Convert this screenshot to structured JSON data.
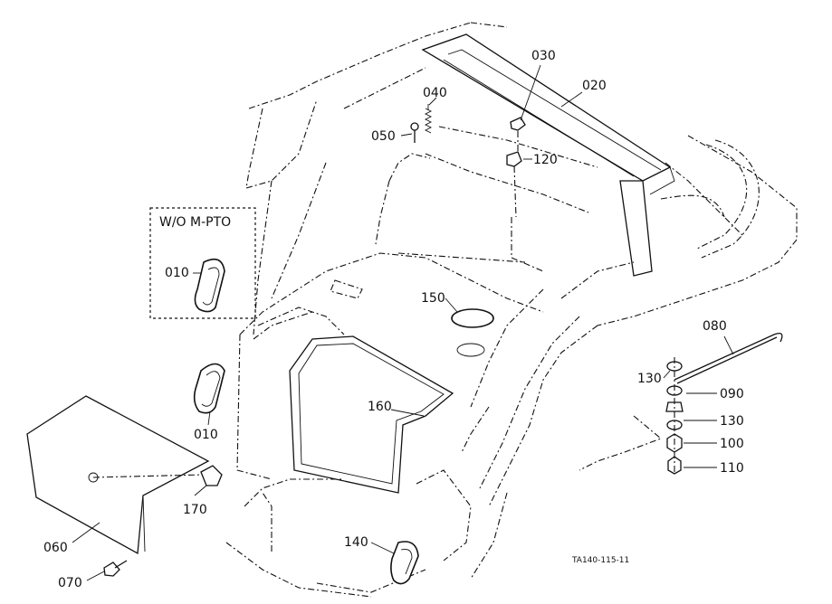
{
  "variant_box": {
    "label": "W/O  M-PTO"
  },
  "callouts": [
    {
      "key": "p030",
      "text": "030"
    },
    {
      "key": "p020",
      "text": "020"
    },
    {
      "key": "p040",
      "text": "040"
    },
    {
      "key": "p050",
      "text": "050"
    },
    {
      "key": "p120",
      "text": "120"
    },
    {
      "key": "p010a",
      "text": "010"
    },
    {
      "key": "p150",
      "text": "150"
    },
    {
      "key": "p080",
      "text": "080"
    },
    {
      "key": "p130a",
      "text": "130"
    },
    {
      "key": "p090",
      "text": "090"
    },
    {
      "key": "p130b",
      "text": "130"
    },
    {
      "key": "p100",
      "text": "100"
    },
    {
      "key": "p110",
      "text": "110"
    },
    {
      "key": "p160",
      "text": "160"
    },
    {
      "key": "p010b",
      "text": "010"
    },
    {
      "key": "p170",
      "text": "170"
    },
    {
      "key": "p060",
      "text": "060"
    },
    {
      "key": "p140",
      "text": "140"
    },
    {
      "key": "p070",
      "text": "070"
    }
  ],
  "reference_code": "TA140-115-11"
}
